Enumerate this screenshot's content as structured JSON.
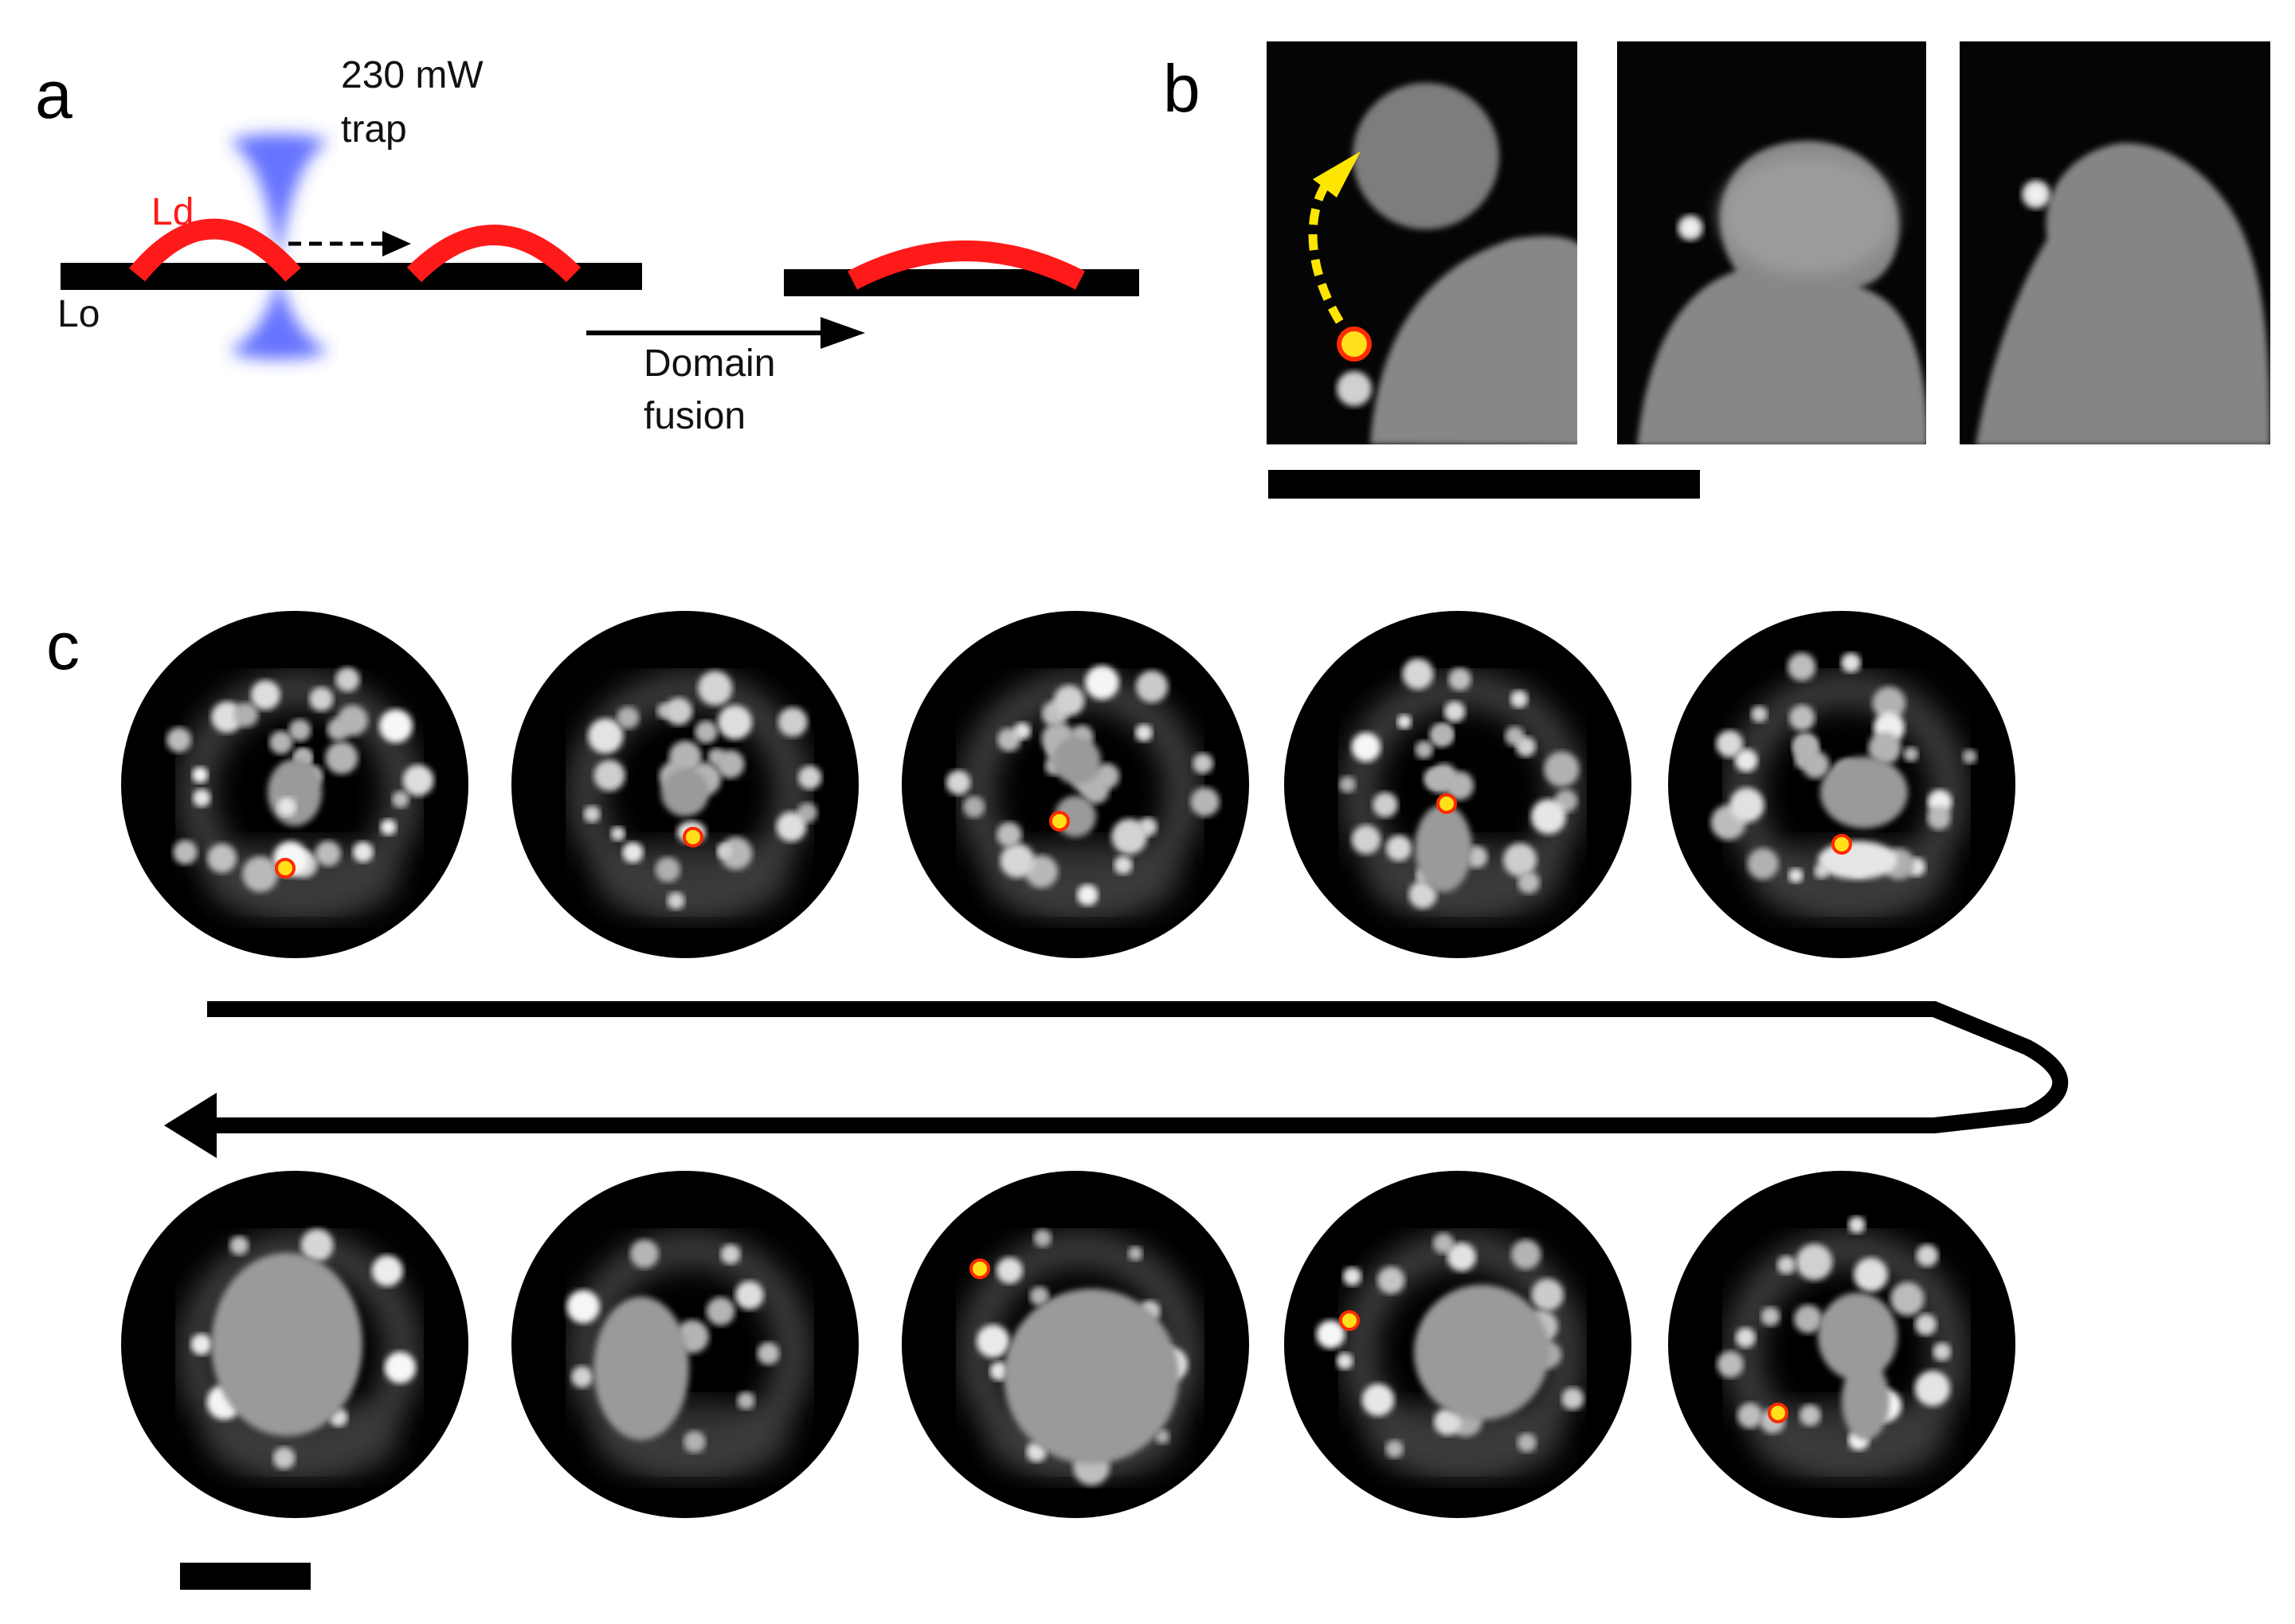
{
  "panels": {
    "a": {
      "label": "a",
      "trap_label_line1": "230 mW",
      "trap_label_line2": "trap",
      "ld_label": "Ld",
      "lo_label": "Lo",
      "fusion_label_line1": "Domain",
      "fusion_label_line2": "fusion"
    },
    "b": {
      "label": "b"
    },
    "c": {
      "label": "c"
    }
  },
  "colors": {
    "ld_domain": "#ff1a1a",
    "lo_membrane": "#000000",
    "trap_beam": "#3344ff",
    "trap_marker_fill": "#ffe01a",
    "trap_marker_stroke": "#ff2a00",
    "path_arrow": "#ffe600"
  }
}
